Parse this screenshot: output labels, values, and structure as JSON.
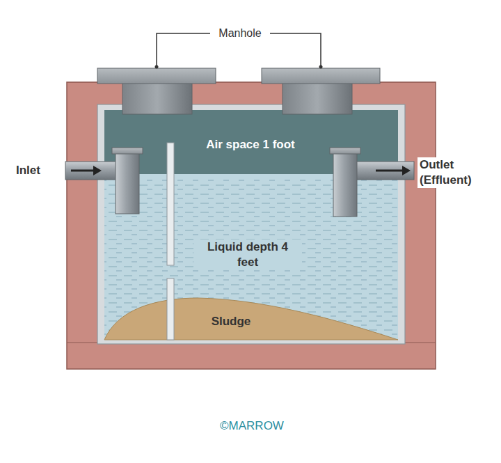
{
  "diagram": {
    "labels": [
      "Manhole",
      "Air space 1 foot",
      "Inlet",
      "Outlet (Effluent)",
      "Liquid depth 4 feet",
      "Sludge",
      "©MARROW"
    ]
  }
}
